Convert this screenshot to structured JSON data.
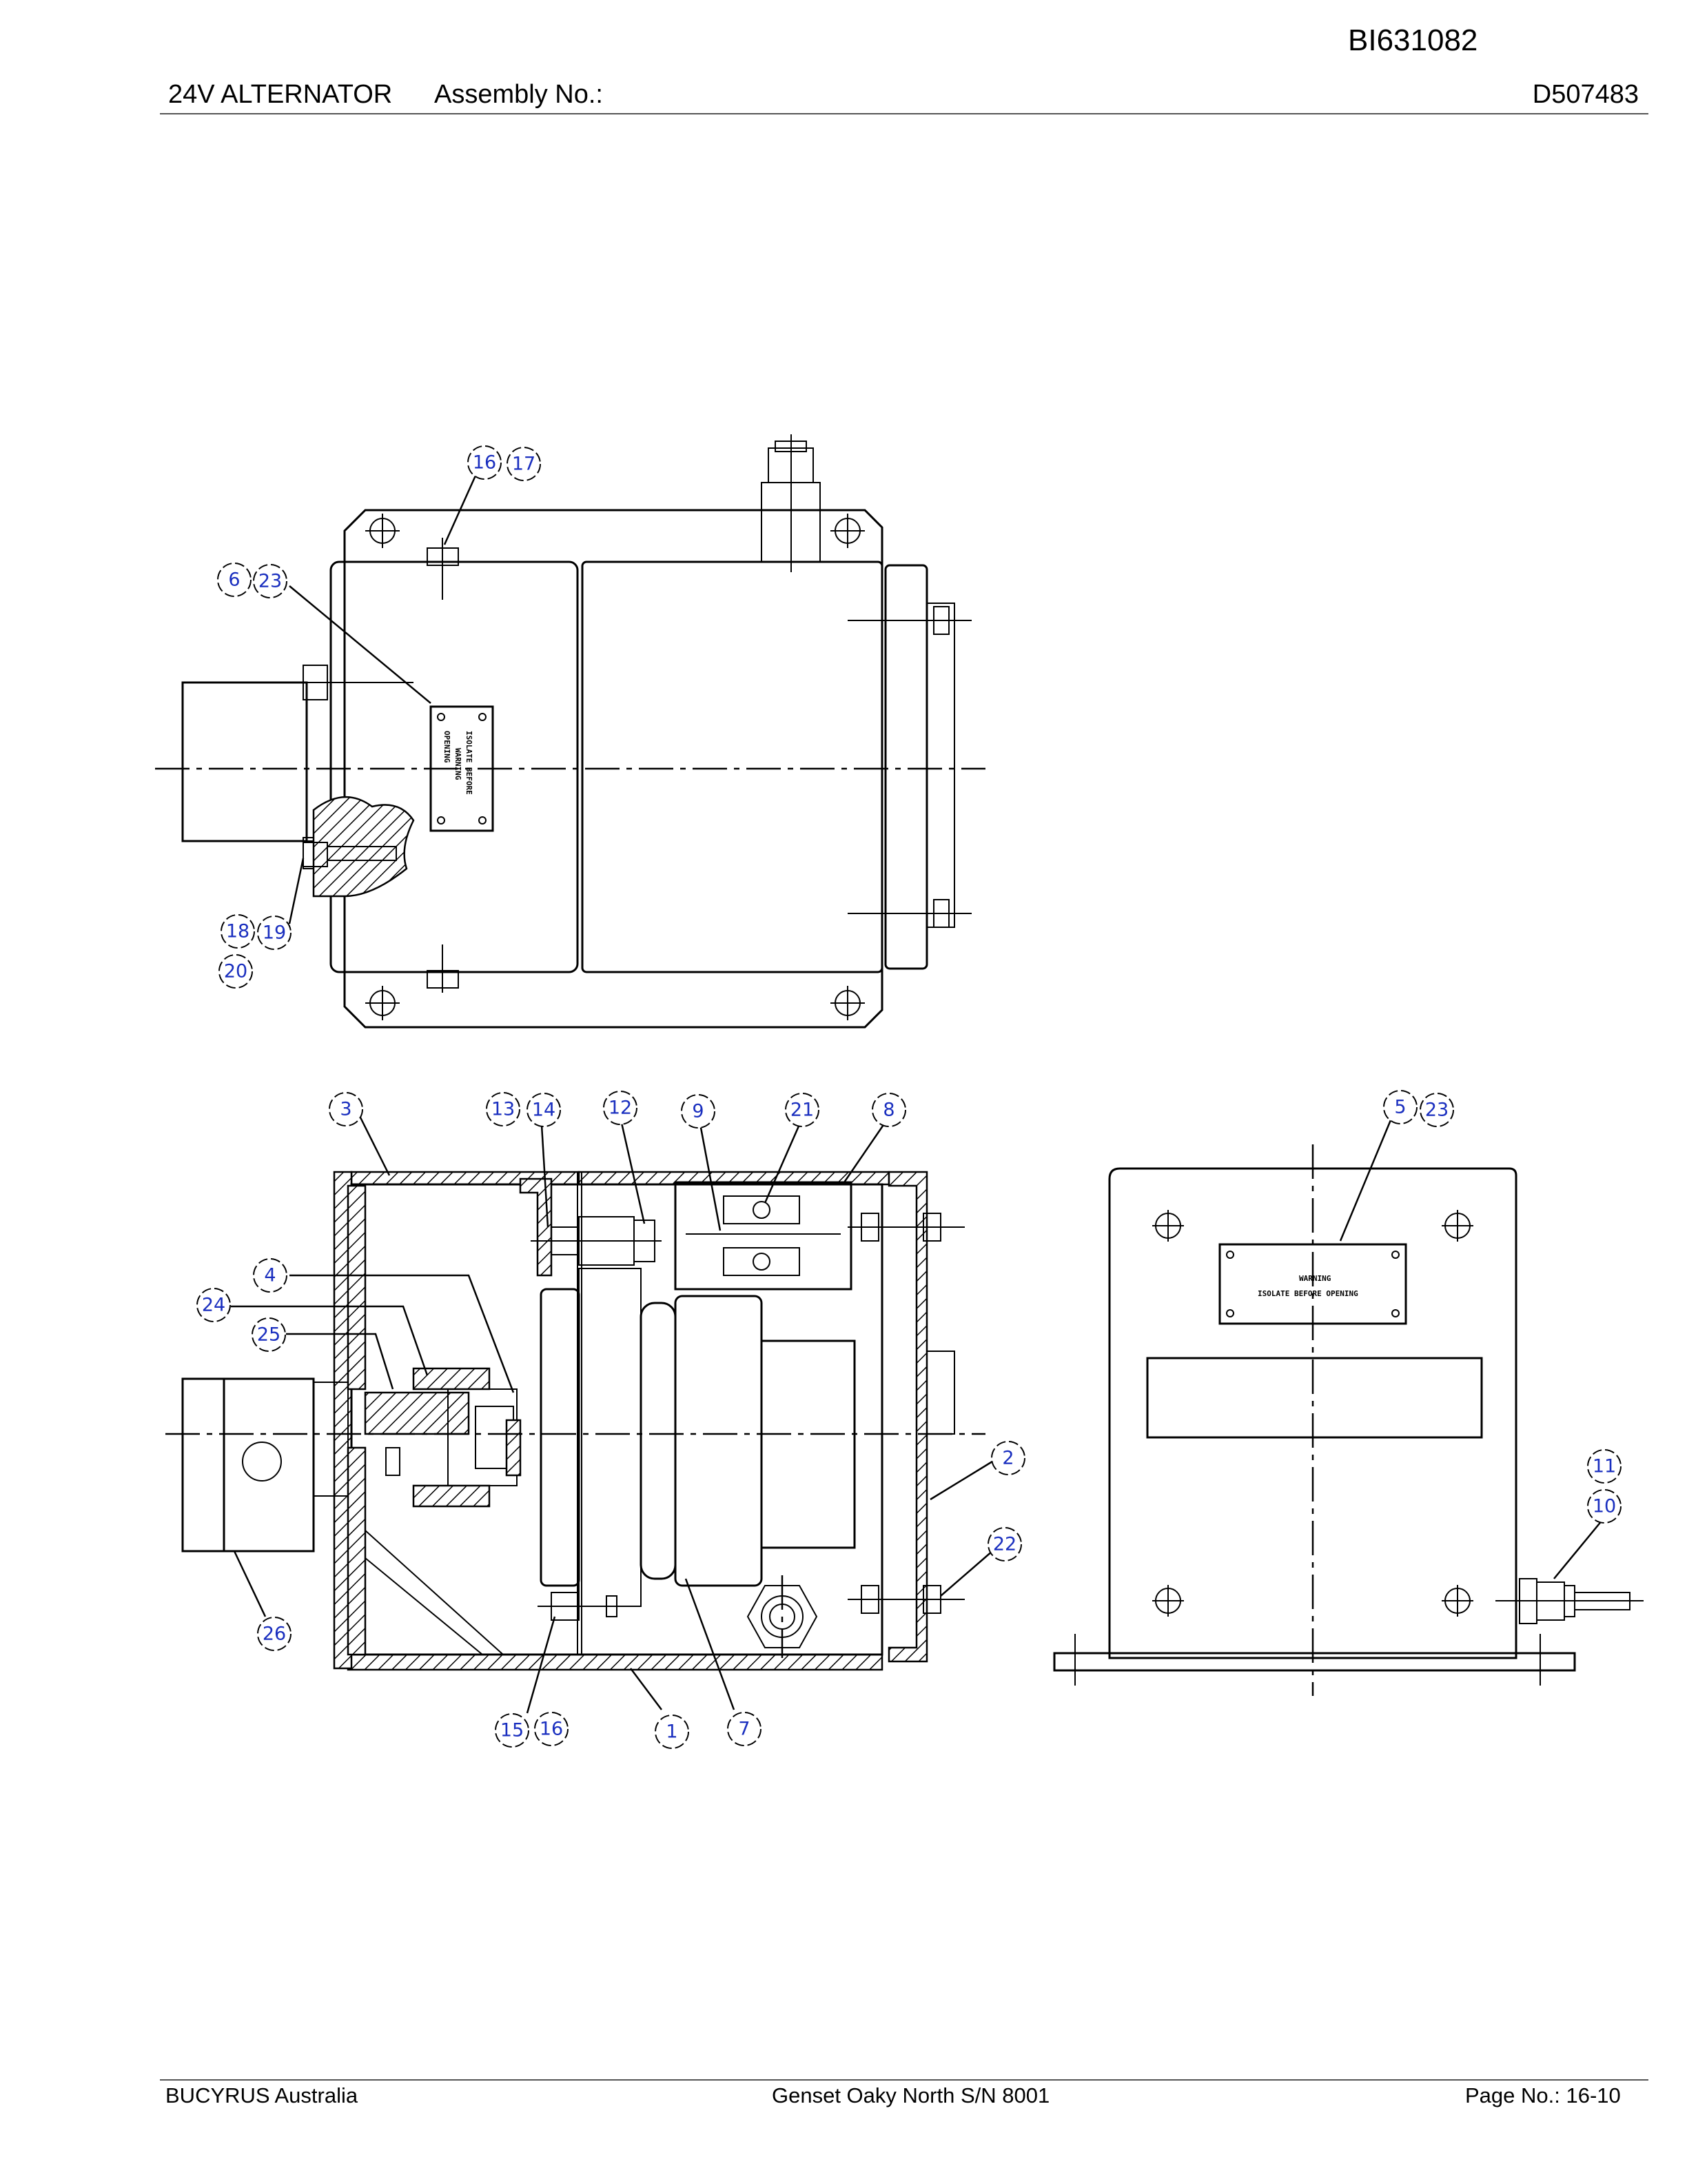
{
  "header": {
    "doc_id": "BI631082",
    "title": "24V ALTERNATOR",
    "assembly_label": "Assembly No.:",
    "drawing_no": "D507483"
  },
  "footer": {
    "company": "BUCYRUS Australia",
    "project": "Genset Oaky North S/N 8001",
    "page": "Page No.:   16-10"
  },
  "drawing": {
    "top_view_callouts": [
      "16",
      "17",
      "6",
      "23",
      "18",
      "19",
      "20"
    ],
    "section_view_callouts": [
      "3",
      "13",
      "14",
      "12",
      "9",
      "21",
      "8",
      "4",
      "24",
      "25",
      "2",
      "22",
      "26",
      "15",
      "16",
      "1",
      "7"
    ],
    "end_view_callouts": [
      "5",
      "23",
      "11",
      "10"
    ],
    "warning_plate": {
      "line1": "ISOLATE BEFORE OPENING",
      "line2": "WARNING"
    }
  }
}
